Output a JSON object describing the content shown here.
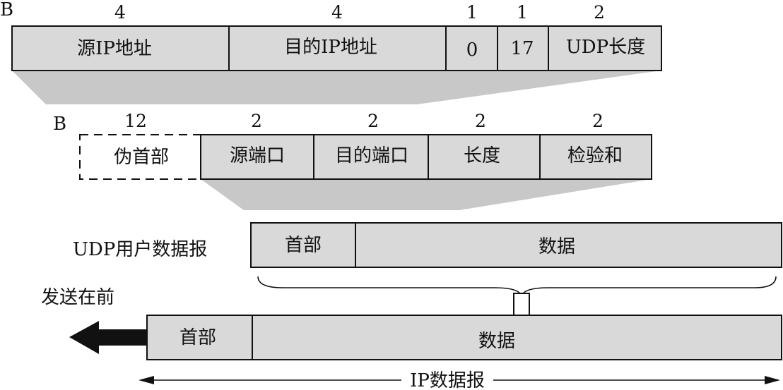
{
  "pseudo_header": {
    "unit_label": "B",
    "byte_counts": [
      "4",
      "4",
      "1",
      "1",
      "2"
    ],
    "fields": [
      "源IP地址",
      "目的IP地址",
      "0",
      "17",
      "UDP长度"
    ]
  },
  "udp_header": {
    "unit_label": "B",
    "pseudo_byte_count": "12",
    "pseudo_label": "伪首部",
    "byte_counts": [
      "2",
      "2",
      "2",
      "2"
    ],
    "fields": [
      "源端口",
      "目的端口",
      "长度",
      "检验和"
    ]
  },
  "udp_datagram": {
    "label": "UDP用户数据报",
    "header": "首部",
    "data": "数据"
  },
  "ip_datagram": {
    "send_first_label": "发送在前",
    "header": "首部",
    "data": "数据",
    "span_label": "IP数据报"
  },
  "colors": {
    "field_fill": "#d9d9d9",
    "shadow_fill": "#c8c8c8",
    "stroke": "#111111"
  }
}
